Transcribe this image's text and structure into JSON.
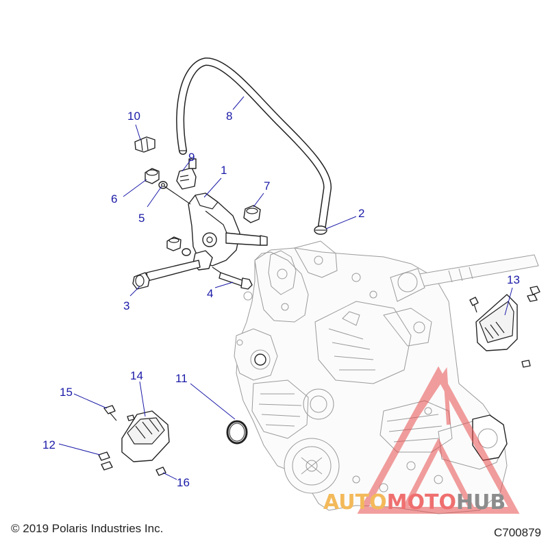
{
  "callouts": {
    "c1": "1",
    "c2": "2",
    "c3": "3",
    "c4": "4",
    "c5": "5",
    "c6": "6",
    "c7": "7",
    "c8": "8",
    "c9": "9",
    "c10": "10",
    "c11": "11",
    "c12": "12",
    "c13": "13",
    "c14": "14",
    "c15": "15",
    "c16": "16"
  },
  "footer": {
    "copyright": "© 2019 Polaris Industries Inc.",
    "code": "C700879"
  },
  "watermark": {
    "part1": "AUTO",
    "part2": "MOTO",
    "part3": "HUB",
    "colors": {
      "auto": "#f3b95a",
      "moto": "#ef6f6f",
      "hub": "#8c8c8c",
      "triangle": "#e85050"
    }
  },
  "colors": {
    "callout": "#1a1aa8",
    "line": "#222222"
  }
}
